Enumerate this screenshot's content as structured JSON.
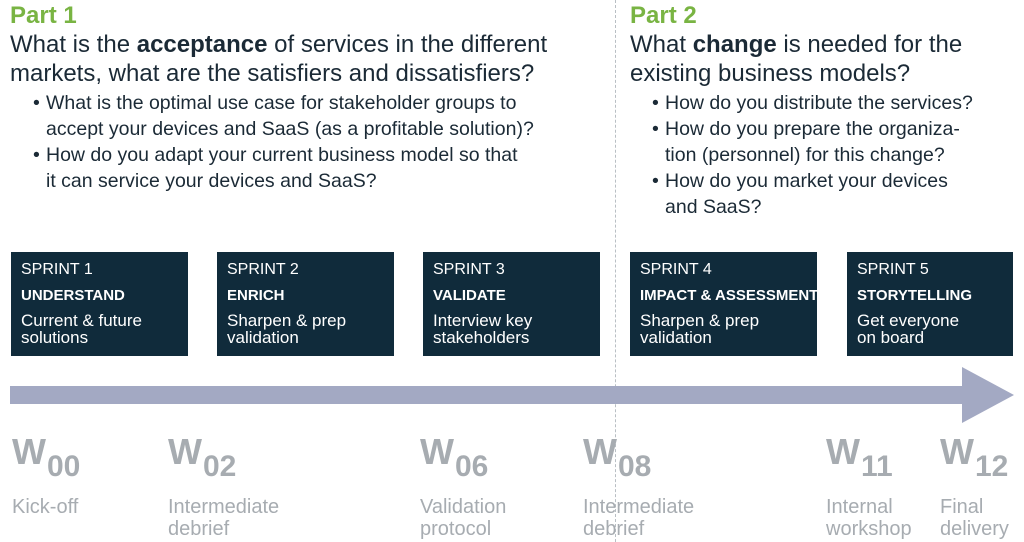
{
  "part1": {
    "label": "Part 1",
    "question": {
      "pre": "What is the ",
      "bold": "acceptance",
      "post": " of services in the different",
      "line2": "markets, what are the satisfiers and dissatisfiers?"
    },
    "bullets": [
      {
        "line1": "What is the optimal use case for stakeholder groups to",
        "line2": "accept your devices and SaaS (as a profitable solution)?"
      },
      {
        "line1": "How do you adapt your current business model so that",
        "line2": "it can service your devices and SaaS?"
      }
    ]
  },
  "part2": {
    "label": "Part 2",
    "question": {
      "pre": "What ",
      "bold": "change",
      "post": " is needed for the",
      "line2": "existing business models?"
    },
    "bullets": [
      {
        "line1": "How do you distribute the services?",
        "line2": ""
      },
      {
        "line1": "How do you prepare the organiza-",
        "line2": "tion (personnel) for this change?"
      },
      {
        "line1": "How do you market your devices",
        "line2": "and SaaS?"
      }
    ]
  },
  "bullet_char": "•",
  "sprints": [
    {
      "num": "SPRINT 1",
      "name": "UNDERSTAND",
      "desc1": "Current & future",
      "desc2": "solutions"
    },
    {
      "num": "SPRINT 2",
      "name": "ENRICH",
      "desc1": "Sharpen & prep",
      "desc2": "validation"
    },
    {
      "num": "SPRINT 3",
      "name": "VALIDATE",
      "desc1": "Interview key",
      "desc2": "stakeholders"
    },
    {
      "num": "SPRINT 4",
      "name": "IMPACT & ASSESSMENT",
      "desc1": "Sharpen & prep",
      "desc2": "validation"
    },
    {
      "num": "SPRINT 5",
      "name": "STORYTELLING",
      "desc1": "Get everyone",
      "desc2": "on board"
    }
  ],
  "weeks": [
    {
      "w": "W",
      "n": "00",
      "m1": "Kick-off",
      "m2": ""
    },
    {
      "w": "W",
      "n": "02",
      "m1": "Intermediate",
      "m2": "debrief"
    },
    {
      "w": "W",
      "n": "06",
      "m1": "Validation",
      "m2": "protocol"
    },
    {
      "w": "W",
      "n": "08",
      "m1": "Intermediate",
      "m2": "debrief"
    },
    {
      "w": "W",
      "n": "11",
      "m1": "Internal",
      "m2": "workshop"
    },
    {
      "w": "W",
      "n": "12",
      "m1": "Final",
      "m2": "delivery"
    }
  ],
  "colors": {
    "accent": "#79b443",
    "box": "#102b3b",
    "arrow": "#a3a9c3",
    "timeline_text": "#a7acb1"
  }
}
